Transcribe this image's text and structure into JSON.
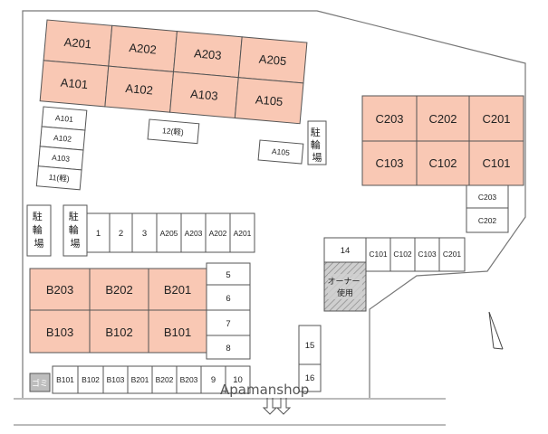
{
  "units": {
    "A201": "A201",
    "A202": "A202",
    "A203": "A203",
    "A205": "A205",
    "A101": "A101",
    "A102": "A102",
    "A103": "A103",
    "A105": "A105",
    "B203": "B203",
    "B202": "B202",
    "B201": "B201",
    "B103": "B103",
    "B102": "B102",
    "B101": "B101",
    "C203": "C203",
    "C202": "C202",
    "C201": "C201",
    "C103": "C103",
    "C102": "C102",
    "C101": "C101"
  },
  "parking": {
    "a_col": [
      "A101",
      "A102",
      "A103",
      "11(軽)"
    ],
    "a12": "12(軽)",
    "a105": "A105",
    "row1": [
      "1",
      "2",
      "3",
      "A205",
      "A203",
      "A202",
      "A201"
    ],
    "col5_10": [
      "5",
      "6",
      "7",
      "8"
    ],
    "bottom": [
      "B101",
      "B102",
      "B103",
      "B201",
      "B202",
      "B203",
      "9",
      "10"
    ],
    "c_small": [
      "C203",
      "C202"
    ],
    "c_row": [
      "14",
      "C101",
      "C102",
      "C103",
      "C201"
    ],
    "p15": "15",
    "p16": "16"
  },
  "bike_label_1": "駐輪場",
  "bike_label_2": "駐輪場",
  "bike_label_3": "駐輪場",
  "owner_use": "オーナー使用",
  "garbage": "ゴミ",
  "watermark": "Apamanshop",
  "entrance_icon": "entrance-arrow-icon",
  "north_icon": "north-arrow-icon"
}
